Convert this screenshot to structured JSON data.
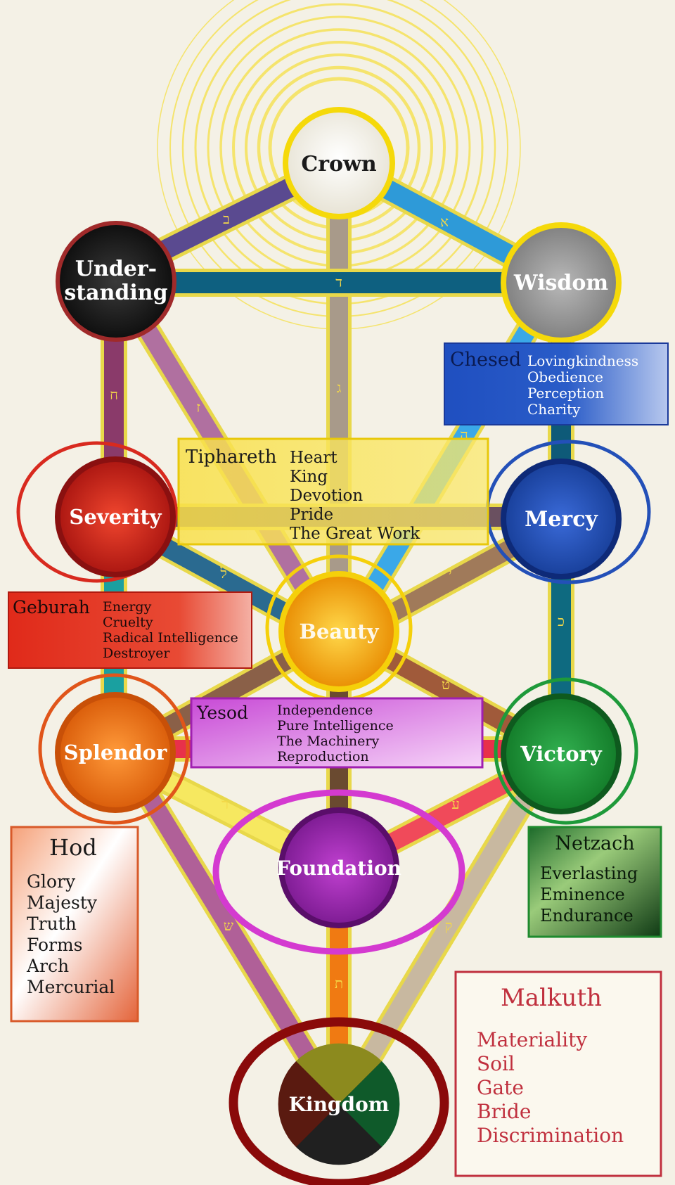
{
  "colors": {
    "background": "#f4f1e6",
    "sun": "#f5d90a",
    "crown": "#f3f1ea",
    "understanding": "#1b1b1b",
    "wisdom": "#9a9a9a",
    "severity": "#d82a1f",
    "mercy": "#2350b8",
    "beauty": "#f5b800",
    "splendor": "#f07a12",
    "victory": "#1e9a3a",
    "foundation": "#9a2ab0",
    "kingdom_top": "#8c8a1e",
    "kingdom_right": "#0f5a2a",
    "kingdom_bottom": "#202020",
    "kingdom_left": "#5a1a10"
  },
  "sephiroth": {
    "crown": "Crown",
    "understanding_1": "Under-",
    "understanding_2": "standing",
    "wisdom": "Wisdom",
    "severity": "Severity",
    "mercy": "Mercy",
    "beauty": "Beauty",
    "splendor": "Splendor",
    "victory": "Victory",
    "foundation": "Foundation",
    "kingdom": "Kingdom"
  },
  "path_letters": {
    "bet": "ב",
    "aleph": "א",
    "dalet": "ד",
    "gimel": "ג",
    "chet": "ח",
    "zayin": "ז",
    "he": "ה",
    "lamed": "ל",
    "yod": "י",
    "kaf": "כ",
    "tet": "ט",
    "resh": "ר",
    "ayin": "ע",
    "shin": "ש",
    "qof": "ק",
    "tav": "ת"
  },
  "boxes": {
    "chesed": {
      "title": "Chesed",
      "items": [
        "Lovingkindness",
        "Obedience",
        "Perception",
        "Charity"
      ]
    },
    "tiphareth": {
      "title": "Tiphareth",
      "items": [
        "Heart",
        "King",
        "Devotion",
        "Pride",
        "The Great Work"
      ]
    },
    "geburah": {
      "title": "Geburah",
      "items": [
        "Energy",
        "Cruelty",
        "Radical Intelligence",
        "Destroyer"
      ]
    },
    "yesod": {
      "title": "Yesod",
      "items": [
        "Independence",
        "Pure Intelligence",
        "The Machinery",
        "Reproduction"
      ]
    },
    "hod": {
      "title": "Hod",
      "items": [
        "Glory",
        "Majesty",
        "Truth",
        "Forms",
        "Arch",
        "Mercurial"
      ]
    },
    "netzach": {
      "title": "Netzach",
      "items": [
        "Everlasting",
        "Eminence",
        "Endurance"
      ]
    },
    "malkuth": {
      "title": "Malkuth",
      "items": [
        "Materiality",
        "Soil",
        "Gate",
        "Bride",
        "Discrimination"
      ]
    }
  }
}
